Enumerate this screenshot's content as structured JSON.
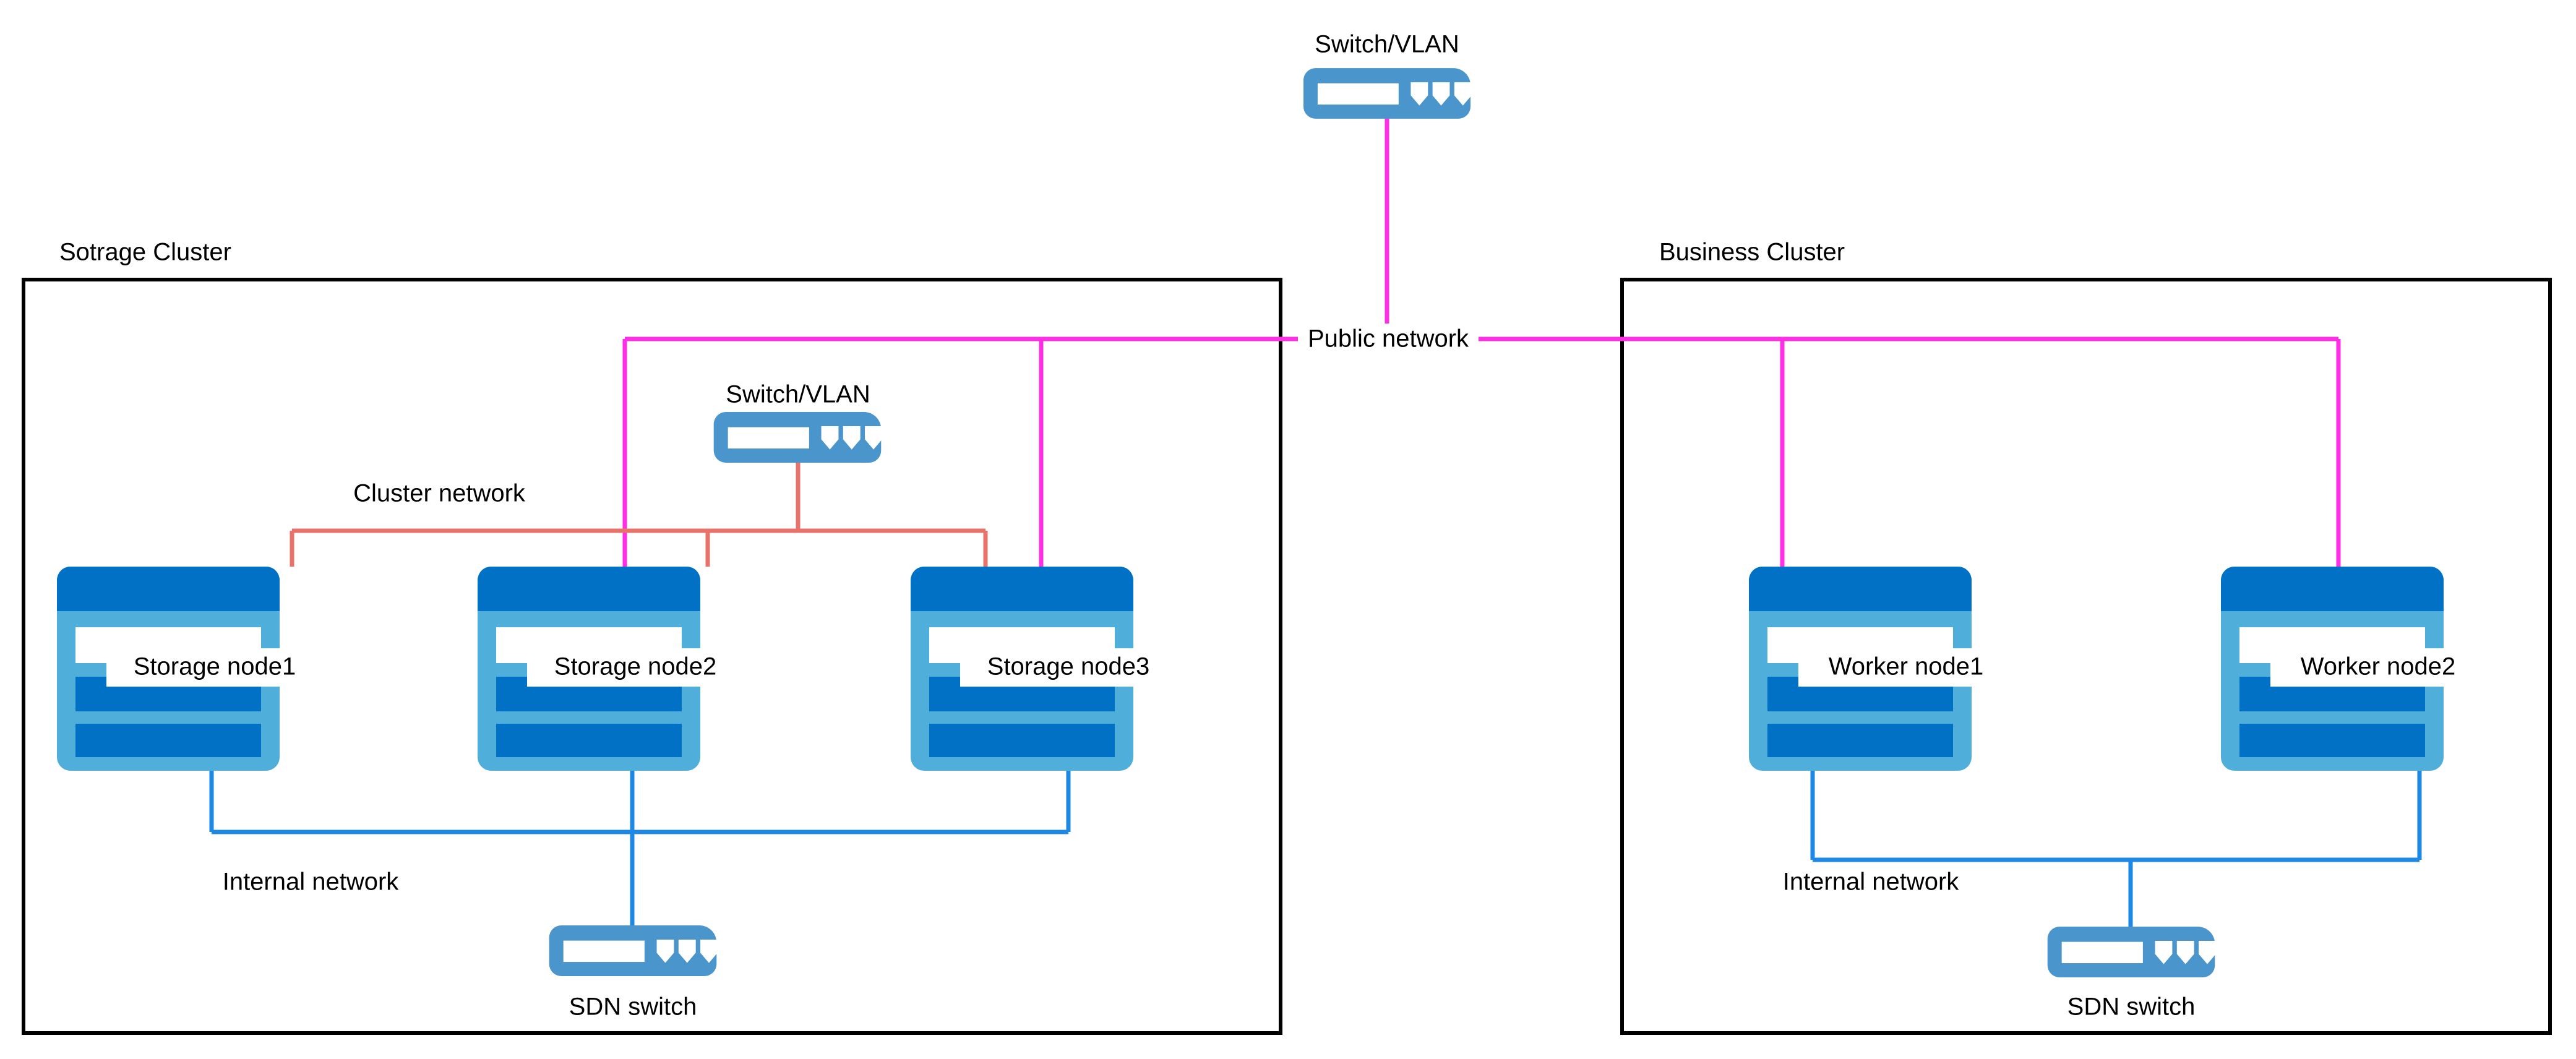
{
  "diagram": {
    "title_storage_cluster": "Sotrage Cluster",
    "title_business_cluster": "Business Cluster",
    "colors": {
      "public_network": "#FF2FE6",
      "cluster_network": "#E8736A",
      "internal_network": "#1E88E5",
      "boundary": "#000000",
      "server_body": "#4FAEDA",
      "server_header": "#0071C5",
      "server_bar": "#0071C5",
      "server_slot": "#FFFFFF",
      "switch_body": "#4A95CC",
      "switch_detail": "#FFFFFF",
      "background": "#FFFFFF"
    }
  },
  "top_switch": {
    "label": "Switch/VLAN",
    "icon": "network-switch-icon"
  },
  "public_network": {
    "label": "Public network"
  },
  "storage_cluster": {
    "title": "Sotrage Cluster",
    "switch": {
      "label": "Switch/VLAN",
      "icon": "network-switch-icon"
    },
    "cluster_network": {
      "label": "Cluster network"
    },
    "internal_network": {
      "label": "Internal network"
    },
    "sdn_switch": {
      "label": "SDN switch",
      "icon": "network-switch-icon"
    },
    "nodes": [
      {
        "label": "Storage node1",
        "icon": "server-icon"
      },
      {
        "label": "Storage node2",
        "icon": "server-icon"
      },
      {
        "label": "Storage node3",
        "icon": "server-icon"
      }
    ]
  },
  "business_cluster": {
    "title": "Business Cluster",
    "internal_network": {
      "label": "Internal network"
    },
    "sdn_switch": {
      "label": "SDN switch",
      "icon": "network-switch-icon"
    },
    "nodes": [
      {
        "label": "Worker node1",
        "icon": "server-icon"
      },
      {
        "label": "Worker node2",
        "icon": "server-icon"
      }
    ]
  }
}
